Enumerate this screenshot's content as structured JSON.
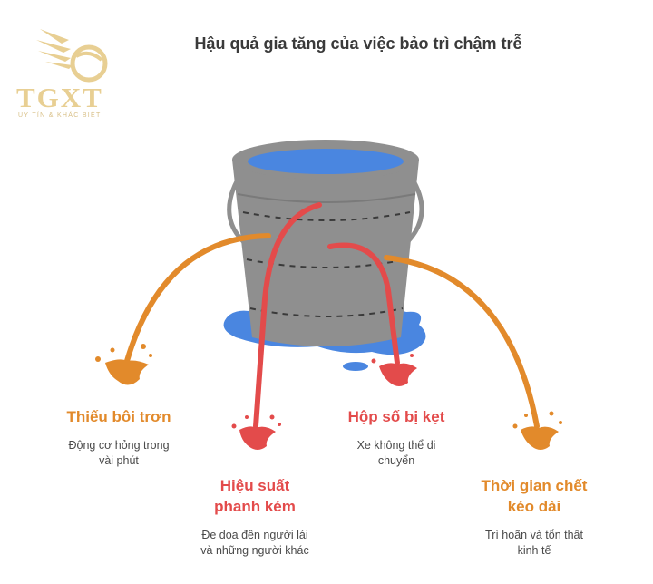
{
  "logo": {
    "name": "TGXT",
    "tagline": "UY TÍN & KHÁC BIỆT"
  },
  "title": "Hậu quả gia tăng của việc bảo trì chậm trễ",
  "colors": {
    "orange": "#e28a2b",
    "red": "#e34b4b",
    "bucket": "#8f8f8f",
    "water": "#4a86e0"
  },
  "consequences": [
    {
      "title_lines": [
        "Thiếu bôi trơn"
      ],
      "desc_lines": [
        "Động cơ hỏng trong",
        "vài phút"
      ],
      "color": "orange"
    },
    {
      "title_lines": [
        "Hiệu suất",
        "phanh kém"
      ],
      "desc_lines": [
        "Đe dọa đến người lái",
        "và những người khác"
      ],
      "color": "red"
    },
    {
      "title_lines": [
        "Hộp số bị kẹt"
      ],
      "desc_lines": [
        "Xe không thể di",
        "chuyển"
      ],
      "color": "red"
    },
    {
      "title_lines": [
        "Thời gian chết",
        "kéo dài"
      ],
      "desc_lines": [
        "Trì hoãn và tổn thất",
        "kinh tế"
      ],
      "color": "orange"
    }
  ]
}
